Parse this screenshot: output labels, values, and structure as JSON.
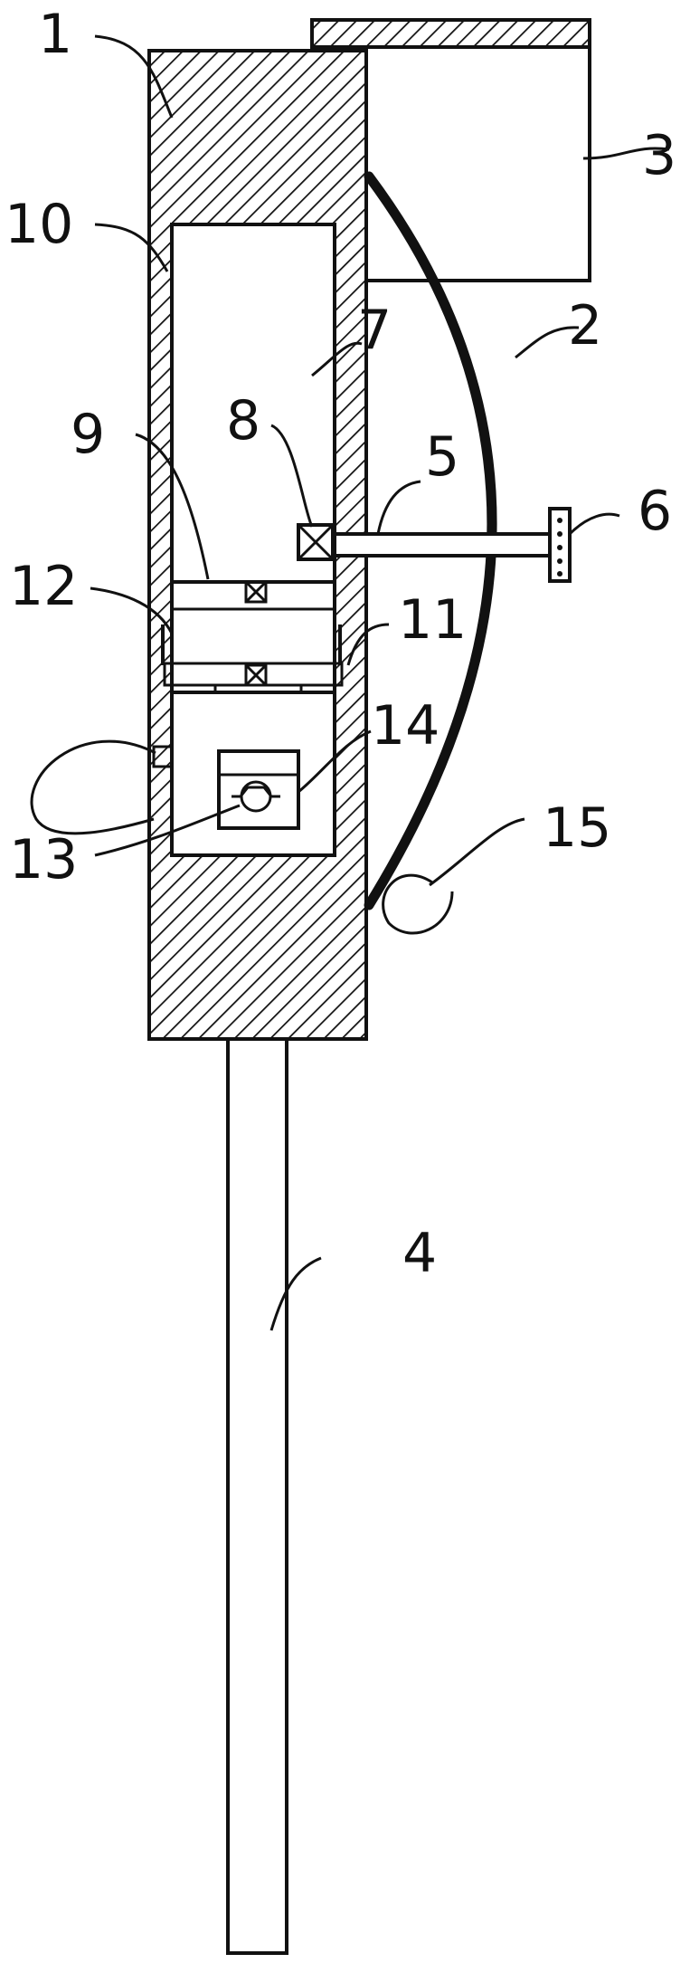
{
  "figure": {
    "stroke_color": "#111111",
    "background": "#ffffff",
    "labels": {
      "l1": "1",
      "l2": "2",
      "l3": "3",
      "l4": "4",
      "l5": "5",
      "l6": "6",
      "l7": "7",
      "l8": "8",
      "l9": "9",
      "l10": "10",
      "l11": "11",
      "l12": "12",
      "l13": "13",
      "l14": "14",
      "l15": "15"
    }
  }
}
